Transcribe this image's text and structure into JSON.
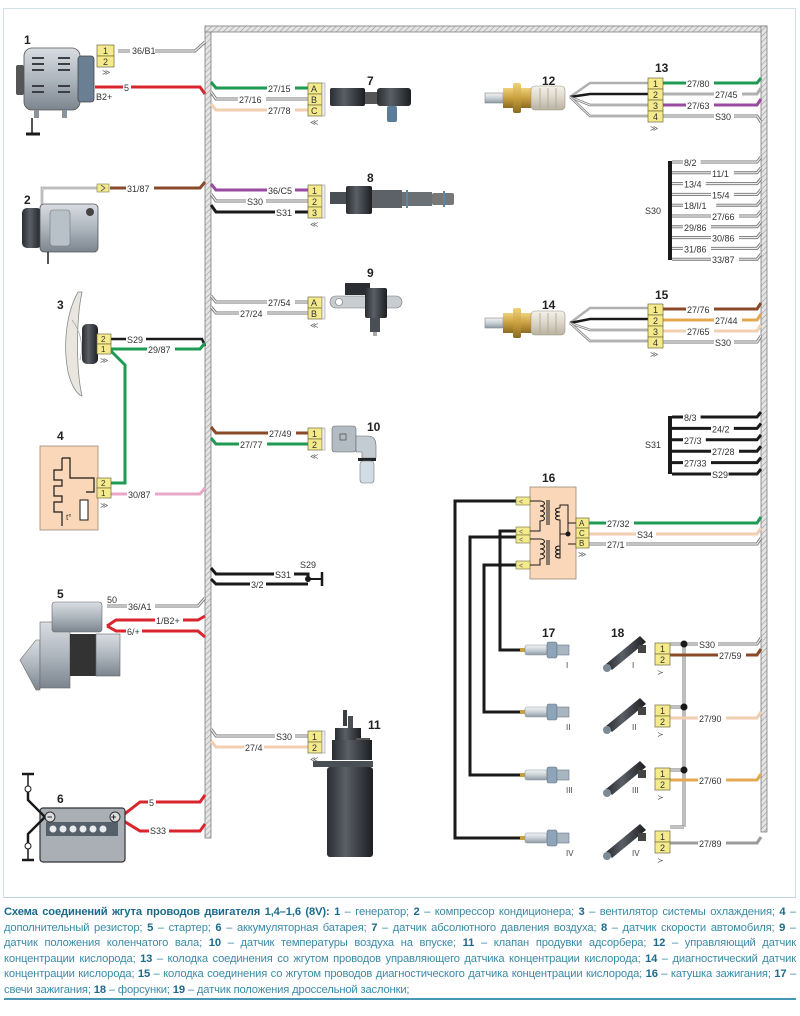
{
  "colors": {
    "red": "#d9262e",
    "green": "#1f9a52",
    "brown": "#8a4a2a",
    "violet": "#9a4aa0",
    "pink": "#e8a8c8",
    "beige": "#f2cfb0",
    "orange": "#e3a850",
    "gray": "#8c8c8c",
    "black": "#1a1a1a",
    "connector": "#f4ea8c",
    "resistor_body": "#f9d7b8",
    "caption_text": "#3a8aa8",
    "caption_bold": "#1c6a8c"
  },
  "components": [
    {
      "id": "1",
      "number": "1",
      "pins": [
        "1",
        "2"
      ],
      "pin_label": "B2+"
    },
    {
      "id": "2",
      "number": "2"
    },
    {
      "id": "3",
      "number": "3",
      "pins": [
        "2",
        "1"
      ]
    },
    {
      "id": "4",
      "number": "4",
      "pins": [
        "2",
        "1"
      ],
      "symbol": "t°"
    },
    {
      "id": "5",
      "number": "5",
      "terminal": "50"
    },
    {
      "id": "6",
      "number": "6",
      "terminals": [
        "−",
        "+"
      ]
    },
    {
      "id": "7",
      "number": "7",
      "pins": [
        "A",
        "B",
        "C"
      ]
    },
    {
      "id": "8",
      "number": "8",
      "pins": [
        "1",
        "2",
        "3"
      ]
    },
    {
      "id": "9",
      "number": "9",
      "pins": [
        "A",
        "B"
      ]
    },
    {
      "id": "10",
      "number": "10",
      "pins": [
        "1",
        "2"
      ]
    },
    {
      "id": "11",
      "number": "11",
      "pins": [
        "1",
        "2"
      ]
    },
    {
      "id": "12",
      "number": "12"
    },
    {
      "id": "13",
      "number": "13",
      "pins": [
        "1",
        "2",
        "3",
        "4"
      ]
    },
    {
      "id": "14",
      "number": "14"
    },
    {
      "id": "15",
      "number": "15",
      "pins": [
        "1",
        "2",
        "3",
        "4"
      ]
    },
    {
      "id": "16",
      "number": "16",
      "pins": [
        "A",
        "C",
        "B"
      ]
    },
    {
      "id": "17",
      "number": "17",
      "cylinders": [
        "I",
        "II",
        "III",
        "IV"
      ]
    },
    {
      "id": "18",
      "number": "18",
      "cylinders": [
        "I",
        "II",
        "III",
        "IV"
      ],
      "pins": [
        "1",
        "2"
      ]
    }
  ],
  "wires": {
    "w_36_B1": "36/B1",
    "w_5_gen": "5",
    "w_31_87": "31/87",
    "w_S29_fan": "S29",
    "w_29_87": "29/87",
    "w_30_87": "30/87",
    "w_36_A1": "36/A1",
    "w_1_B2": "1/B2+",
    "w_6_plus": "6/+",
    "w_5_bat": "5",
    "w_S33": "S33",
    "w_27_15": "27/15",
    "w_27_16": "27/16",
    "w_27_78": "27/78",
    "w_36_C5": "36/C5",
    "w_S30_8": "S30",
    "w_S31_8": "S31",
    "w_27_54": "27/54",
    "w_27_24": "27/24",
    "w_27_49": "27/49",
    "w_27_77": "27/77",
    "w_S31_gnd": "S31",
    "w_3_2": "3/2",
    "w_S29_gnd": "S29",
    "w_S30_11": "S30",
    "w_27_4": "27/4",
    "w_27_80": "27/80",
    "w_27_45": "27/45",
    "w_27_63": "27/63",
    "w_S30_13": "S30",
    "w_27_76": "27/76",
    "w_27_44": "27/44",
    "w_27_65": "27/65",
    "w_S30_15": "S30",
    "w_27_32": "27/32",
    "w_S34": "S34",
    "w_27_1": "27/1",
    "w_S30_18": "S30",
    "w_27_59": "27/59",
    "w_27_90": "27/90",
    "w_27_60": "27/60",
    "w_27_89": "27/89"
  },
  "splice_S30": {
    "label": "S30",
    "branches": [
      "8/2",
      "11/1",
      "13/4",
      "15/4",
      "18/I/1",
      "27/66",
      "29/86",
      "30/86",
      "31/86",
      "33/87"
    ]
  },
  "splice_S31": {
    "label": "S31",
    "branches": [
      "8/3",
      "24/2",
      "27/3",
      "27/28",
      "27/33",
      "S29"
    ]
  },
  "caption": {
    "title": "Схема соединений жгута проводов двигателя 1,4–1,6 (8V):",
    "legend": [
      {
        "n": "1",
        "text": "генератор"
      },
      {
        "n": "2",
        "text": "компрессор кондиционера"
      },
      {
        "n": "3",
        "text": "вентилятор системы охлаждения"
      },
      {
        "n": "4",
        "text": "дополнительный резистор"
      },
      {
        "n": "5",
        "text": "стартер"
      },
      {
        "n": "6",
        "text": "аккумуляторная батарея"
      },
      {
        "n": "7",
        "text": "датчик абсолютного давления воздуха"
      },
      {
        "n": "8",
        "text": "датчик скорости автомобиля"
      },
      {
        "n": "9",
        "text": "датчик положения коленчатого вала"
      },
      {
        "n": "10",
        "text": "датчик температуры воздуха на впуске"
      },
      {
        "n": "11",
        "text": "клапан продувки адсорбера"
      },
      {
        "n": "12",
        "text": "управляющий датчик концентрации кислорода"
      },
      {
        "n": "13",
        "text": "колодка соединения со жгутом проводов управляющего датчика концентрации кислорода"
      },
      {
        "n": "14",
        "text": "диагностический датчик концентрации кислорода"
      },
      {
        "n": "15",
        "text": "колодка соединения со жгутом проводов диагностического датчика концентрации кислорода"
      },
      {
        "n": "16",
        "text": "катушка зажигания"
      },
      {
        "n": "17",
        "text": "свечи зажигания"
      },
      {
        "n": "18",
        "text": "форсунки"
      },
      {
        "n": "19",
        "text": "датчик положения дроссельной заслонки"
      }
    ]
  }
}
